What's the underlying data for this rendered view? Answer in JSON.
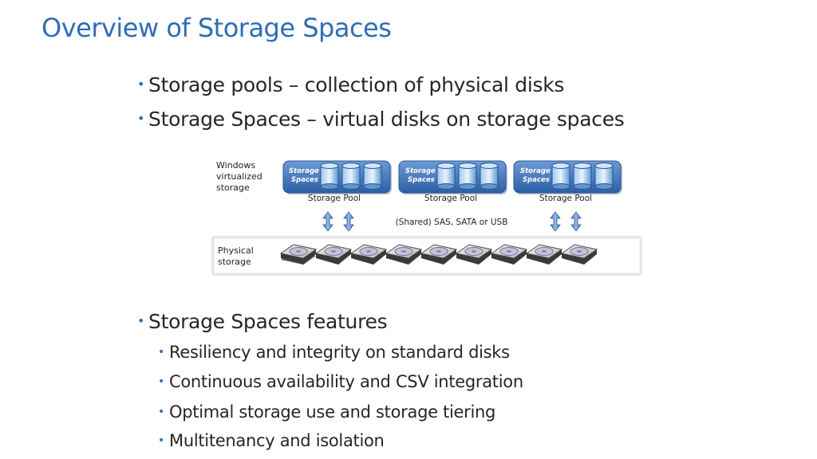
{
  "slide": {
    "title": "Overview of Storage Spaces",
    "bullets_top": [
      "Storage pools – collection of physical disks",
      "Storage Spaces – virtual disks on storage spaces"
    ],
    "bullets_bottom": {
      "heading": "Storage Spaces features",
      "items": [
        "Resiliency and integrity on standard disks",
        "Continuous availability and CSV integration",
        "Optimal storage use and storage tiering",
        "Multitenancy and isolation"
      ]
    }
  },
  "diagram": {
    "virtual_label": [
      "Windows",
      "virtualized",
      "storage"
    ],
    "physical_label": [
      "Physical",
      "storage"
    ],
    "connection_label": "(Shared) SAS, SATA or USB",
    "pools": [
      {
        "badge": [
          "Storage",
          "Spaces"
        ],
        "caption": "Storage Pool"
      },
      {
        "badge": [
          "Storage",
          "Spaces"
        ],
        "caption": "Storage Pool"
      },
      {
        "badge": [
          "Storage",
          "Spaces"
        ],
        "caption": "Storage Pool"
      }
    ],
    "physical_disk_count": 9,
    "colors": {
      "title": "#2e6db4",
      "pool": "#3f73b7",
      "arrow": "#5b86c4"
    }
  }
}
